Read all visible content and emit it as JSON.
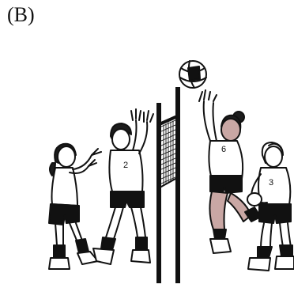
{
  "panel_label": "(B)",
  "jersey_numbers": {
    "player_a": "2",
    "player_b": "6",
    "player_c": "3"
  },
  "colors": {
    "ink": "#111111",
    "background": "#ffffff",
    "skin_shade": "#c9a7a4",
    "hair": "#1c1c1c"
  }
}
